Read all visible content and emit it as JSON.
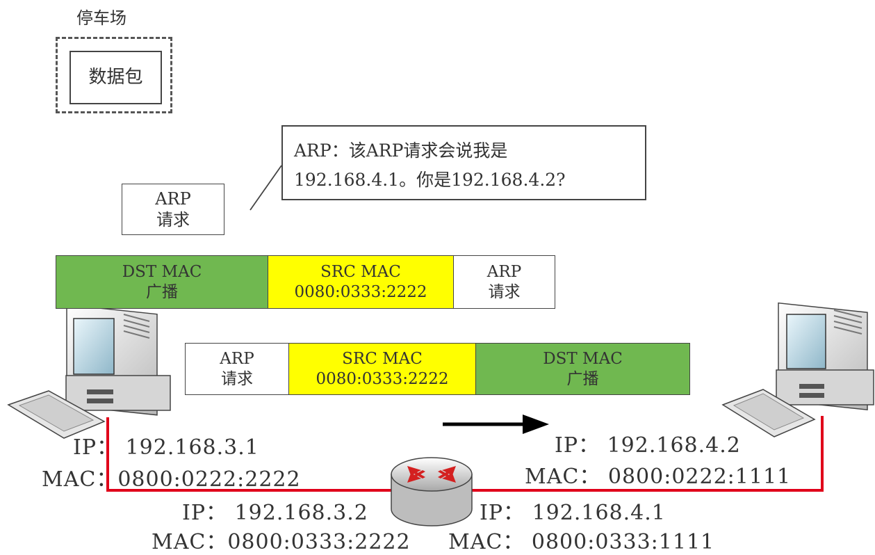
{
  "parking": {
    "title": "停车场",
    "packet": "数据包"
  },
  "arp_label": {
    "line1": "ARP",
    "line2": "请求"
  },
  "callout": {
    "line1": "ARP：该ARP请求会说我是",
    "line2": "192.168.4.1。你是192.168.4.2?"
  },
  "frame_top": {
    "dst": {
      "line1": "DST MAC",
      "line2": "广播"
    },
    "src": {
      "line1": "SRC MAC",
      "line2": "0080:0333:2222"
    },
    "arp": {
      "line1": "ARP",
      "line2": "请求"
    }
  },
  "frame_bottom": {
    "arp": {
      "line1": "ARP",
      "line2": "请求"
    },
    "src": {
      "line1": "SRC MAC",
      "line2": "0080:0333:2222"
    },
    "dst": {
      "line1": "DST MAC",
      "line2": "广播"
    }
  },
  "host_left": {
    "ip": "IP：  192.168.3.1",
    "mac": "MAC：0800:0222:2222"
  },
  "host_right": {
    "ip": "IP：  192.168.4.2",
    "mac": "MAC：  0800:0222:1111"
  },
  "router_left": {
    "ip": "IP：  192.168.3.2",
    "mac": "MAC：0800:0333:2222"
  },
  "router_right": {
    "ip": "IP：  192.168.4.1",
    "mac": "MAC：  0800:0333:1111"
  },
  "colors": {
    "green": "#70b850",
    "yellow": "#ffff00",
    "link": "#e0001a",
    "router_arrow": "#d42020"
  }
}
